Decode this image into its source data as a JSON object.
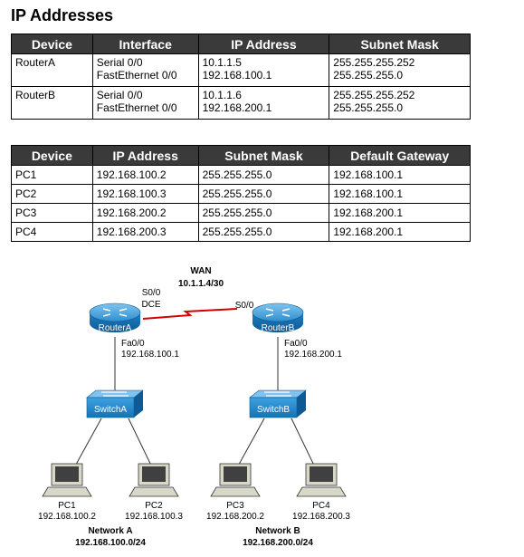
{
  "page_title": "IP Addresses",
  "router_table": {
    "headers": [
      "Device",
      "Interface",
      "IP Address",
      "Subnet Mask"
    ],
    "rows": [
      {
        "device": "RouterA",
        "interfaces": [
          "Serial 0/0",
          "FastEthernet 0/0"
        ],
        "ips": [
          "10.1.1.5",
          "192.168.100.1"
        ],
        "masks": [
          "255.255.255.252",
          "255.255.255.0"
        ]
      },
      {
        "device": "RouterB",
        "interfaces": [
          "Serial 0/0",
          "FastEthernet 0/0"
        ],
        "ips": [
          "10.1.1.6",
          "192.168.200.1"
        ],
        "masks": [
          "255.255.255.252",
          "255.255.255.0"
        ]
      }
    ]
  },
  "pc_table": {
    "headers": [
      "Device",
      "IP Address",
      "Subnet Mask",
      "Default Gateway"
    ],
    "rows": [
      {
        "device": "PC1",
        "ip": "192.168.100.2",
        "mask": "255.255.255.0",
        "gateway": "192.168.100.1"
      },
      {
        "device": "PC2",
        "ip": "192.168.100.3",
        "mask": "255.255.255.0",
        "gateway": "192.168.100.1"
      },
      {
        "device": "PC3",
        "ip": "192.168.200.2",
        "mask": "255.255.255.0",
        "gateway": "192.168.200.1"
      },
      {
        "device": "PC4",
        "ip": "192.168.200.3",
        "mask": "255.255.255.0",
        "gateway": "192.168.200.1"
      }
    ]
  },
  "topology": {
    "wan_label": "WAN",
    "wan_network": "10.1.1.4/30",
    "router_a": {
      "name": "RouterA",
      "serial": "S0/0",
      "dce": "DCE",
      "fa": "Fa0/0",
      "fa_ip": "192.168.100.1"
    },
    "router_b": {
      "name": "RouterB",
      "serial": "S0/0",
      "fa": "Fa0/0",
      "fa_ip": "192.168.200.1"
    },
    "switch_a": "SwitchA",
    "switch_b": "SwitchB",
    "pcs": [
      {
        "name": "PC1",
        "ip": "192.168.100.2"
      },
      {
        "name": "PC2",
        "ip": "192.168.100.3"
      },
      {
        "name": "PC3",
        "ip": "192.168.200.2"
      },
      {
        "name": "PC4",
        "ip": "192.168.200.3"
      }
    ],
    "network_a": {
      "name": "Network A",
      "subnet": "192.168.100.0/24"
    },
    "network_b": {
      "name": "Network B",
      "subnet": "192.168.200.0/24"
    },
    "colors": {
      "router": "#1a73b8",
      "switch": "#2a8fd6",
      "wan_link": "#d40000",
      "device_label": "#ffffff"
    }
  }
}
